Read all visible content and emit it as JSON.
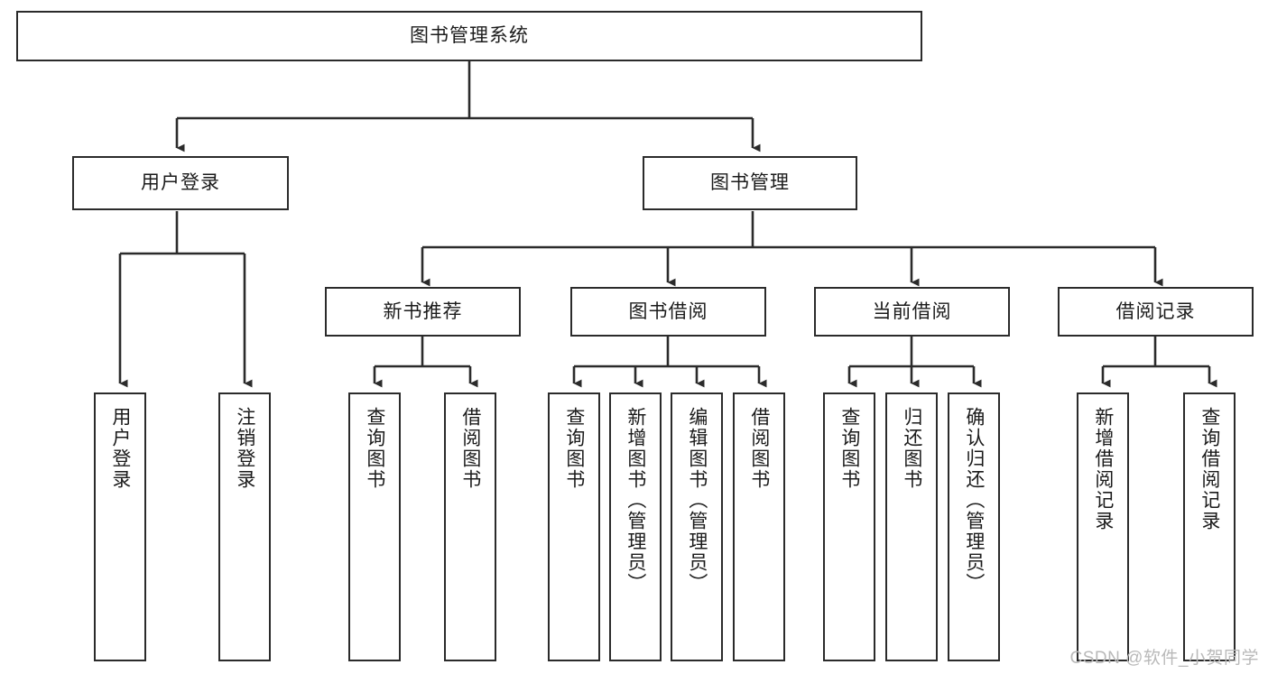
{
  "diagram": {
    "title": "图书管理系统",
    "type": "tree-hierarchy",
    "watermark": "CSDN @软件_小贺同学",
    "colors": {
      "stroke": "#2b2b2b",
      "fill": "#ffffff",
      "text": "#1b1b1b",
      "watermark": "#b9b9b9"
    },
    "levels": {
      "root": {
        "label": "图书管理系统"
      },
      "level2": [
        {
          "id": "user-login",
          "label": "用户登录"
        },
        {
          "id": "book-management",
          "label": "图书管理"
        }
      ],
      "level3": [
        {
          "id": "new-book-recommend",
          "label": "新书推荐",
          "parent": "book-management"
        },
        {
          "id": "book-borrow",
          "label": "图书借阅",
          "parent": "book-management"
        },
        {
          "id": "current-borrow",
          "label": "当前借阅",
          "parent": "book-management"
        },
        {
          "id": "borrow-record",
          "label": "借阅记录",
          "parent": "book-management"
        }
      ],
      "leaves": [
        {
          "id": "leaf-user-login",
          "label": "用户登录",
          "parent": "user-login"
        },
        {
          "id": "leaf-logout-login",
          "label": "注销登录",
          "parent": "user-login"
        },
        {
          "id": "leaf-query-book-1",
          "label": "查询图书",
          "parent": "new-book-recommend"
        },
        {
          "id": "leaf-borrow-book-1",
          "label": "借阅图书",
          "parent": "new-book-recommend"
        },
        {
          "id": "leaf-query-book-2",
          "label": "查询图书",
          "parent": "book-borrow"
        },
        {
          "id": "leaf-add-book",
          "label": "新增图书（管理员）",
          "parent": "book-borrow"
        },
        {
          "id": "leaf-edit-book",
          "label": "编辑图书（管理员）",
          "parent": "book-borrow"
        },
        {
          "id": "leaf-borrow-book-2",
          "label": "借阅图书",
          "parent": "book-borrow"
        },
        {
          "id": "leaf-query-book-3",
          "label": "查询图书",
          "parent": "current-borrow"
        },
        {
          "id": "leaf-return-book",
          "label": "归还图书",
          "parent": "current-borrow"
        },
        {
          "id": "leaf-confirm-return",
          "label": "确认归还（管理员）",
          "parent": "current-borrow"
        },
        {
          "id": "leaf-add-record",
          "label": "新增借阅记录",
          "parent": "borrow-record"
        },
        {
          "id": "leaf-query-record",
          "label": "查询借阅记录",
          "parent": "borrow-record"
        }
      ]
    }
  }
}
